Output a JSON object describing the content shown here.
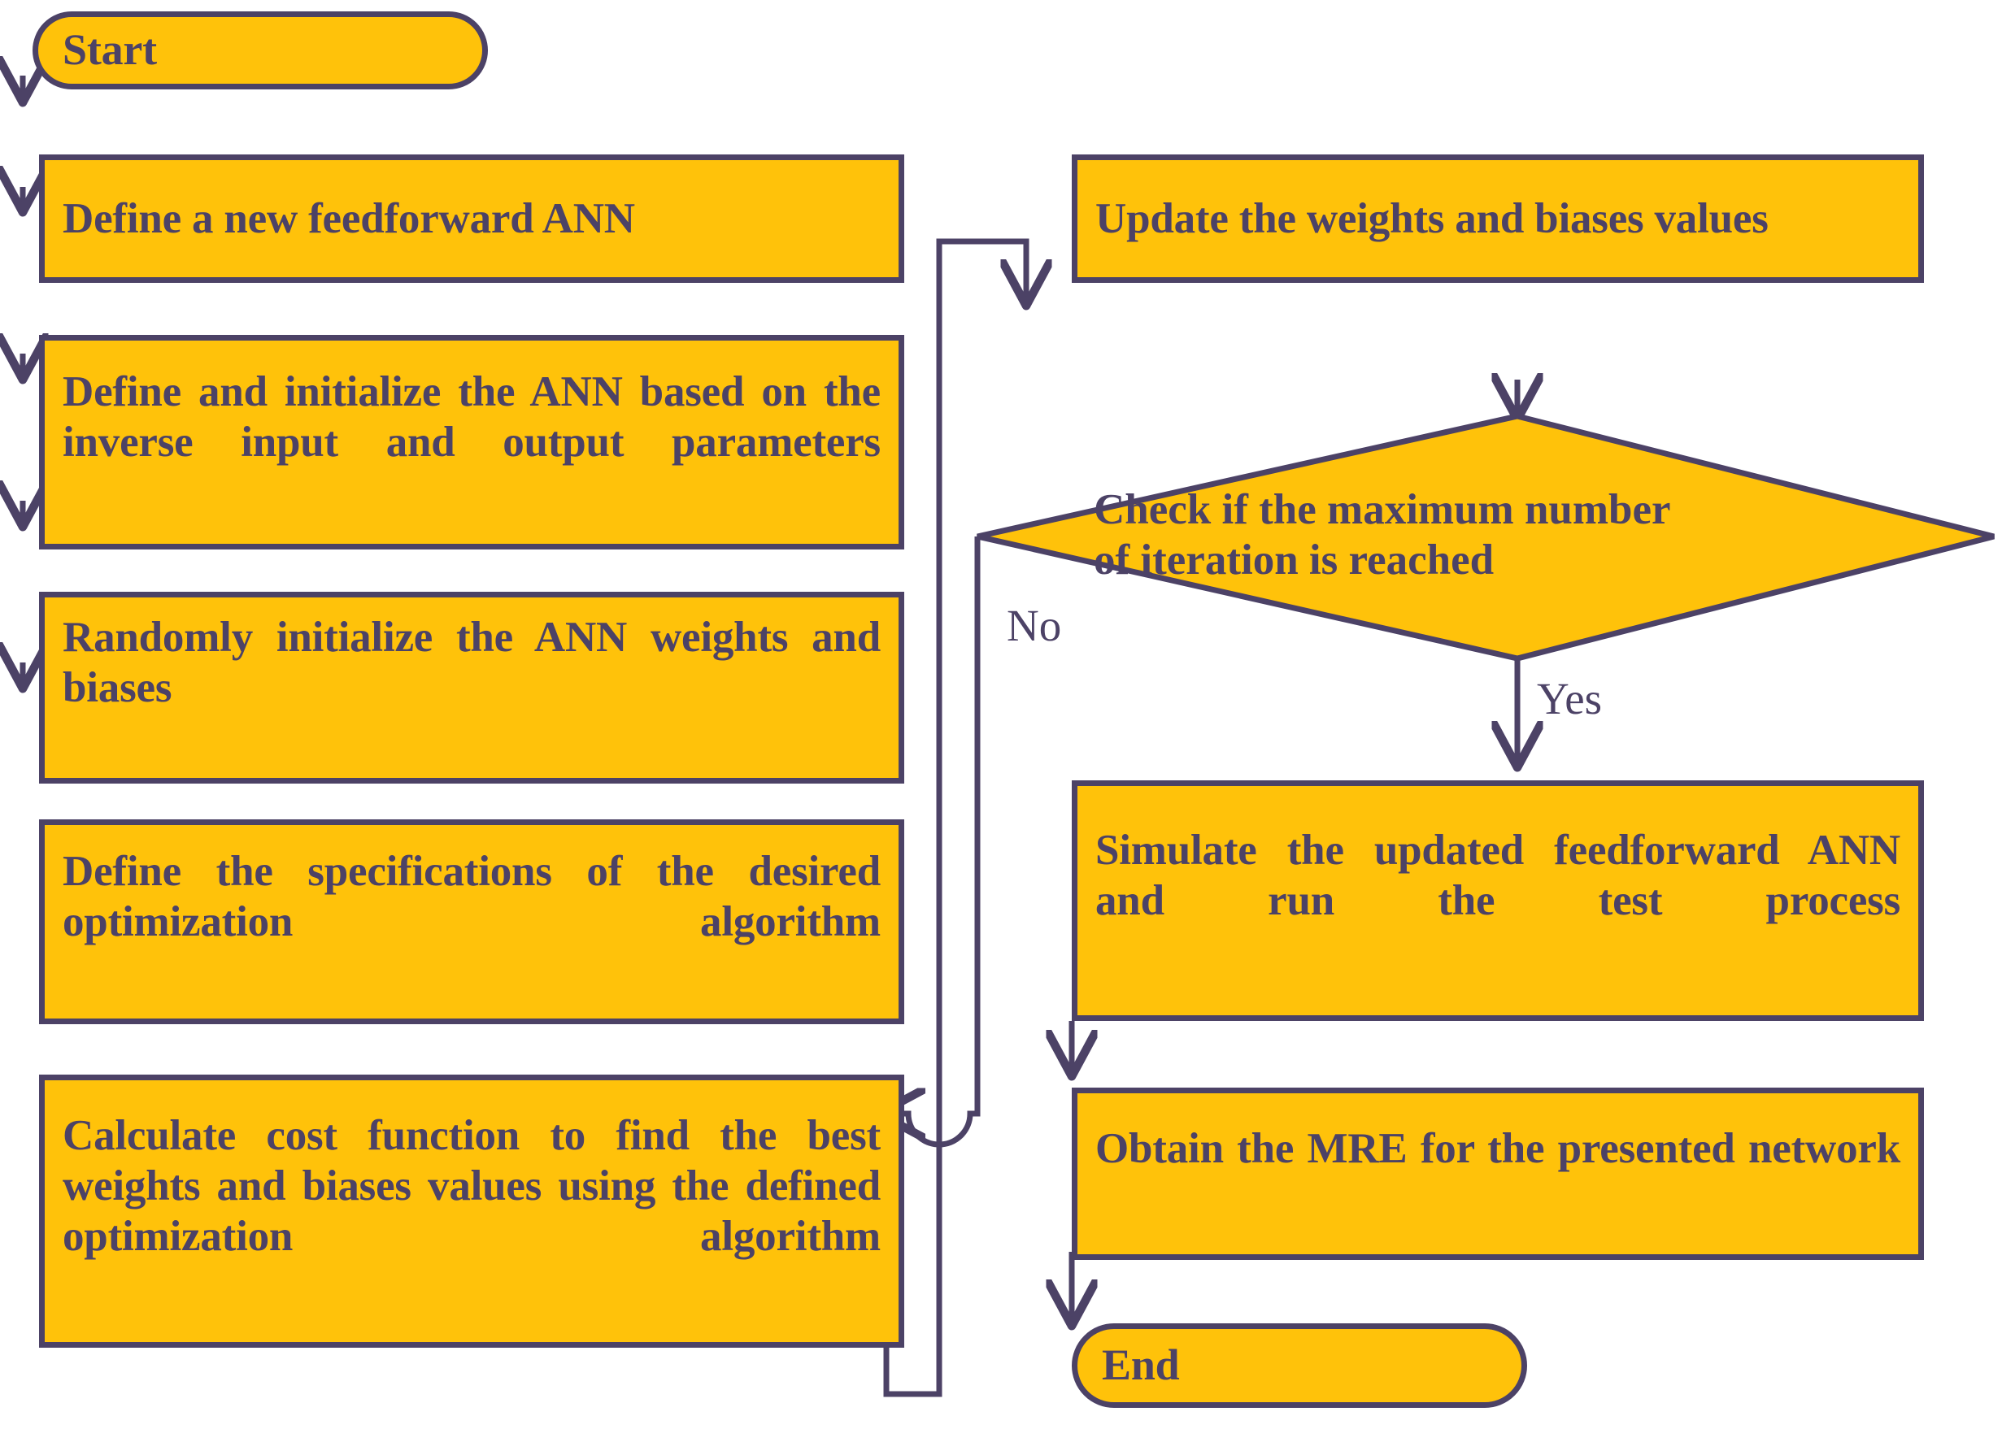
{
  "diagram": {
    "title": "ANN training and optimization flowchart",
    "colors": {
      "node_fill": "#FFC20A",
      "node_border": "#4C4266",
      "text": "#4C4266",
      "background": "#FFFFFF",
      "connector": "#4C4266"
    }
  },
  "nodes": {
    "start": {
      "label": "Start",
      "shape": "terminator"
    },
    "define_ann": {
      "label": "Define a new feedforward ANN",
      "shape": "process"
    },
    "define_initialize": {
      "label": "Define and initialize the ANN based on the  inverse input and output parameters",
      "shape": "process"
    },
    "random_init": {
      "label": "Randomly initialize the ANN weights and biases",
      "shape": "process"
    },
    "define_specs": {
      "label": "Define the specifications of the desired optimization algorithm",
      "shape": "process"
    },
    "calculate_cost": {
      "label": "Calculate cost function to find the best weights and biases values using the defined optimization algorithm",
      "shape": "process"
    },
    "update_weights": {
      "label": "Update the weights and biases values",
      "shape": "process"
    },
    "check_iteration": {
      "label_line1": "Check if the maximum number",
      "label_line2": "of iteration is reached",
      "shape": "decision"
    },
    "simulate": {
      "label": "Simulate the updated feedforward ANN and run  the test process",
      "shape": "process"
    },
    "obtain_mre": {
      "label": "Obtain the MRE for the presented network",
      "shape": "process"
    },
    "end": {
      "label": "End",
      "shape": "terminator"
    }
  },
  "edge_labels": {
    "no": "No",
    "yes": "Yes"
  }
}
